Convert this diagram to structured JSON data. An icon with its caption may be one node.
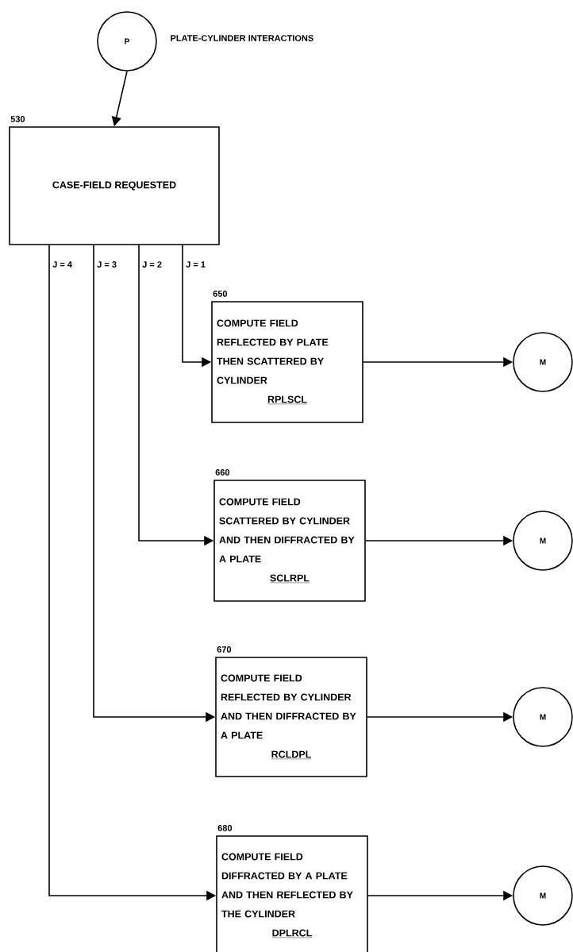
{
  "diagram": {
    "nodes": [
      {
        "text": [
          "P"
        ],
        "beside": [
          "PLATE-CYLINDER INTERACTIONS"
        ]
      },
      {
        "text": [
          "CASE-FIELD REQUESTED"
        ],
        "beside": [
          "530"
        ]
      },
      {
        "text": [
          "COMPUTE FIELD REFLECTED BY PLATE THEN SCATTERED BY CYLINDER",
          "RPLSCL"
        ],
        "beside": [
          "650"
        ]
      },
      {
        "text": [
          "M"
        ]
      },
      {
        "text": [
          "COMPUTE FIELD SCATTERED BY CYLINDER AND THEN DIFFRACTED BY A PLATE",
          "SCLRPL"
        ],
        "beside": [
          "660"
        ]
      },
      {
        "text": [
          "M"
        ]
      },
      {
        "text": [
          "COMPUTE FIELD REFLECTED BY CYLINDER AND THEN DIFFRACTED BY A PLATE",
          "RCLDPL"
        ],
        "beside": [
          "670"
        ]
      },
      {
        "text": [
          "M"
        ]
      },
      {
        "text": [
          "COMPUTE FIELD DIFFRACTED BY A PLATE AND THEN REFLECTED BY THE CYLINDER",
          "DPLRCL"
        ],
        "beside": [
          "680"
        ]
      },
      {
        "text": [
          "M"
        ]
      }
    ],
    "edges": [
      {
        "from": 0,
        "to": 1,
        "arrow": "to"
      },
      {
        "from": 1,
        "to": 2,
        "arrow": "to",
        "label": "J = 1"
      },
      {
        "from": 1,
        "to": 4,
        "arrow": "to",
        "label": "J = 2"
      },
      {
        "from": 1,
        "to": 6,
        "arrow": "to",
        "label": "J = 3"
      },
      {
        "from": 1,
        "to": 8,
        "arrow": "to",
        "label": "J = 4"
      },
      {
        "from": 2,
        "to": 3,
        "arrow": "to"
      },
      {
        "from": 4,
        "to": 5,
        "arrow": "to"
      },
      {
        "from": 6,
        "to": 7,
        "arrow": "to"
      },
      {
        "from": 8,
        "to": 9,
        "arrow": "to"
      }
    ]
  }
}
